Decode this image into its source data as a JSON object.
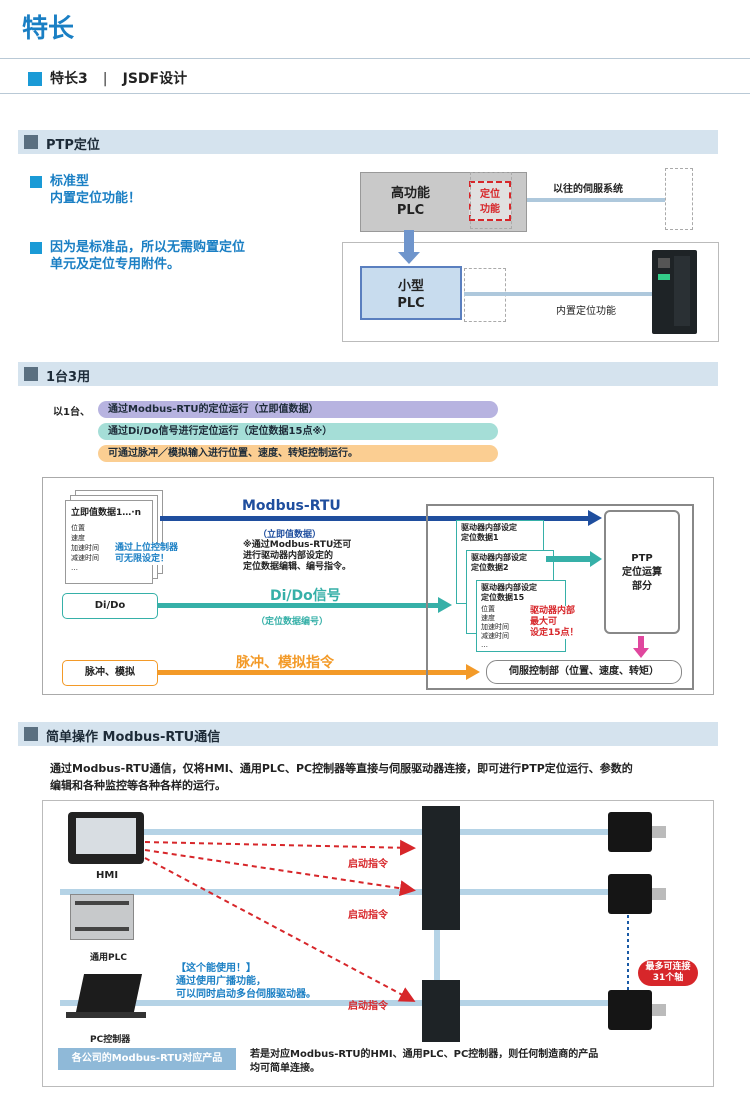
{
  "page": {
    "title": "特长"
  },
  "feature": {
    "label": "特长3",
    "divider": "|",
    "name": "JSDF设计"
  },
  "sections": {
    "ptp": "PTP定位",
    "three_in_one": "1台3用",
    "simple": "简单操作  Modbus-RTU通信"
  },
  "ptp": {
    "bullet1_line1": "标准型",
    "bullet1_line2": "内置定位功能！",
    "bullet2_line1": "因为是标准品，所以无需购置定位",
    "bullet2_line2": "单元及定位专用附件。",
    "high_plc_line1": "高功能",
    "high_plc_line2": "PLC",
    "pos_func_line1": "定位",
    "pos_func_line2": "功能",
    "old_system": "以往的伺服系统",
    "small_plc_line1": "小型",
    "small_plc_line2": "PLC",
    "builtin": "内置定位功能"
  },
  "three": {
    "prefix": "以1台、",
    "pill1": "通过Modbus-RTU的定位运行（立即值数据）",
    "pill2": "通过Di/Do信号进行定位运行（定位数据15点※）",
    "pill3": "可通过脉冲／模拟输入进行位置、速度、转矩控制运行。",
    "data_title": "立即值数据1…·n",
    "data_items": [
      "位置",
      "速度",
      "加速时间",
      "减速时间",
      "…"
    ],
    "upper_line1": "通过上位控制器",
    "upper_line2": "可无限设定！",
    "modbus": "Modbus-RTU",
    "immediate": "（立即值数据）",
    "note_line1": "※通过Modbus-RTU还可",
    "note_line2": "进行驱动器内部设定的",
    "note_line3": "定位数据编辑、编号指令。",
    "dido_box": "Di/Do",
    "dido_arrow": "Di/Do信号",
    "posdata_no": "（定位数据编号）",
    "pulse_box": "脉冲、模拟",
    "pulse_arrow": "脉冲、模拟指令",
    "card_title1": "驱动器内部设定",
    "card_sub1": "定位数据1",
    "card_sub2": "定位数据2",
    "card_sub15": "定位数据15",
    "card_items": [
      "位置",
      "速度",
      "加速时间",
      "减速时间",
      "…"
    ],
    "internal_line1": "驱动器内部",
    "internal_line2": "最大可",
    "internal_line3": "设定15点！",
    "ptp_calc_line1": "PTP",
    "ptp_calc_line2": "定位运算",
    "ptp_calc_line3": "部分",
    "servo_ctrl": "伺服控制部（位置、速度、转矩）"
  },
  "simple": {
    "para_line1": "通过Modbus-RTU通信，仅将HMI、通用PLC、PC控制器等直接与伺服驱动器连接，即可进行PTP定位运行、参数的",
    "para_line2": "编辑和各种监控等各种各样的运行。",
    "hmi": "HMI",
    "plc": "通用PLC",
    "pc": "PC控制器",
    "start_cmd": "启动指令",
    "callout_line1": "【这个能使用！】",
    "callout_line2": "通过使用广播功能，",
    "callout_line3": "可以同时启动多台伺服驱动器。",
    "max_line1": "最多可连接",
    "max_line2": "31个轴",
    "compat_label": "各公司的Modbus-RTU对应产品",
    "footer_line1": "若是对应Modbus-RTU的HMI、通用PLC、PC控制器，则任何制造商的产品",
    "footer_line2": "均可简单连接。"
  },
  "colors": {
    "accent": "#1a9ad6",
    "red": "#d7262a",
    "navy": "#1f4e9e",
    "teal": "#36b0a8",
    "orange": "#f39a28",
    "magenta": "#e0479e"
  }
}
